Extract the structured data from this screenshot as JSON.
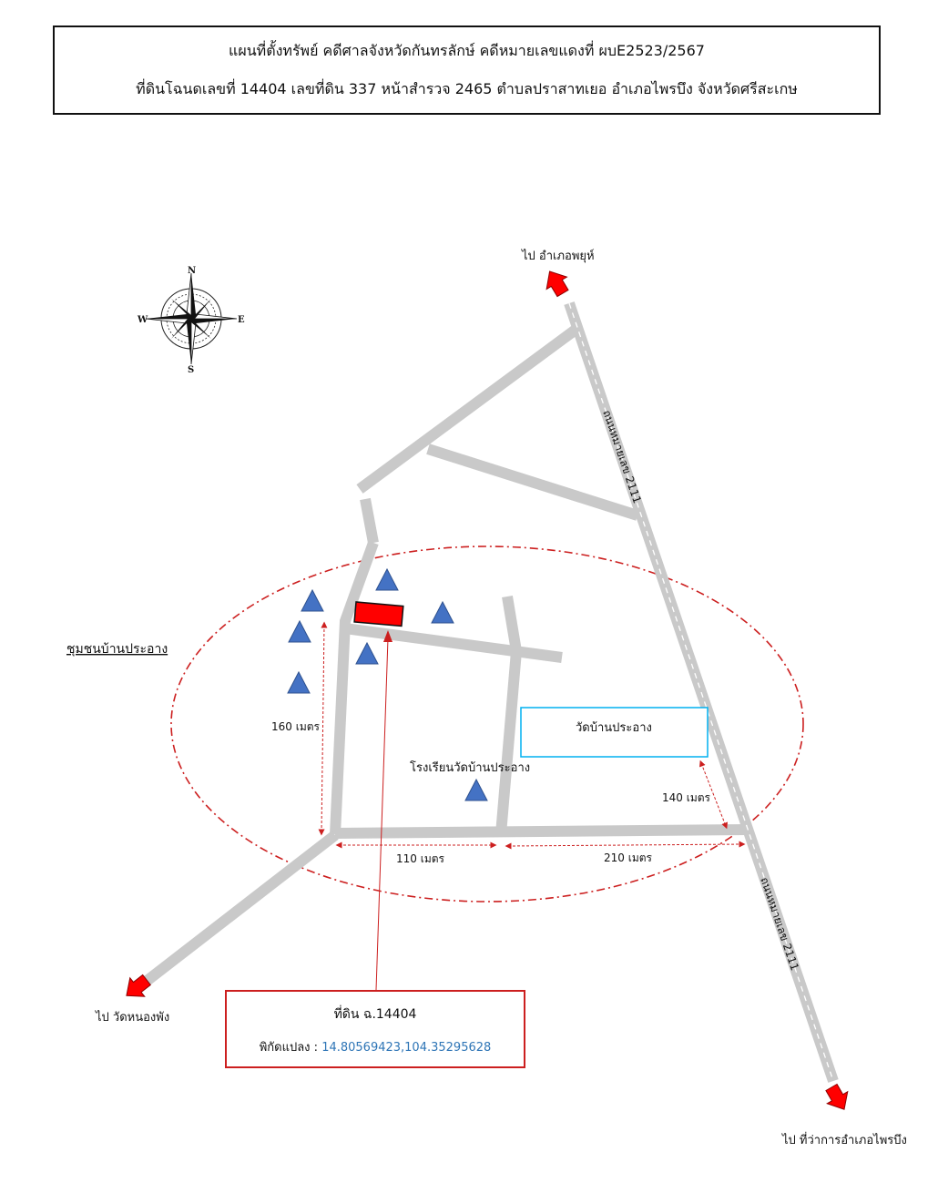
{
  "title": {
    "line1": "แผนที่ตั้งทรัพย์ คดีศาลจังหวัดกันทรลักษ์ คดีหมายเลขแดงที่ ผบE2523/2567",
    "line2": "ที่ดินโฉนดเลขที่ 14404 เลขที่ดิน 337 หน้าสำรวจ 2465 ตำบลปราสาทเยอ อำเภอไพรบึง จังหวัดศรีสะเกษ"
  },
  "compass": {
    "n": "N",
    "s": "S",
    "e": "E",
    "w": "W"
  },
  "directions": {
    "top": "ไป อำเภอพยุห์",
    "bottom_left": "ไป วัดหนองพัง",
    "bottom_right": "ไป ที่ว่าการอำเภอไพรบึง"
  },
  "roads": {
    "highway_label_upper": "ถนนหมายเลข 2111",
    "highway_label_lower": "ถนนหมายเลข 2111"
  },
  "places": {
    "community": "ชุมชนบ้านประอาง",
    "temple": "วัดบ้านประอาง",
    "school": "โรงเรียนวัดบ้านประอาง"
  },
  "distances": {
    "d160": "160 เมตร",
    "d110": "110 เมตร",
    "d210": "210 เมตร",
    "d140": "140 เมตร"
  },
  "parcel": {
    "title": "ที่ดิน ฉ.14404",
    "coord_label": "พิกัดแปลง : ",
    "coord_value": "14.80569423,104.35295628"
  },
  "colors": {
    "road": "#c9c9c9",
    "parcel": "#ff0000",
    "arrow": "#ff0000",
    "house": "#4472c4",
    "temple_border": "#00b0f0",
    "ellipse": "#cc1f1f",
    "coord_text": "#2e75b6"
  }
}
